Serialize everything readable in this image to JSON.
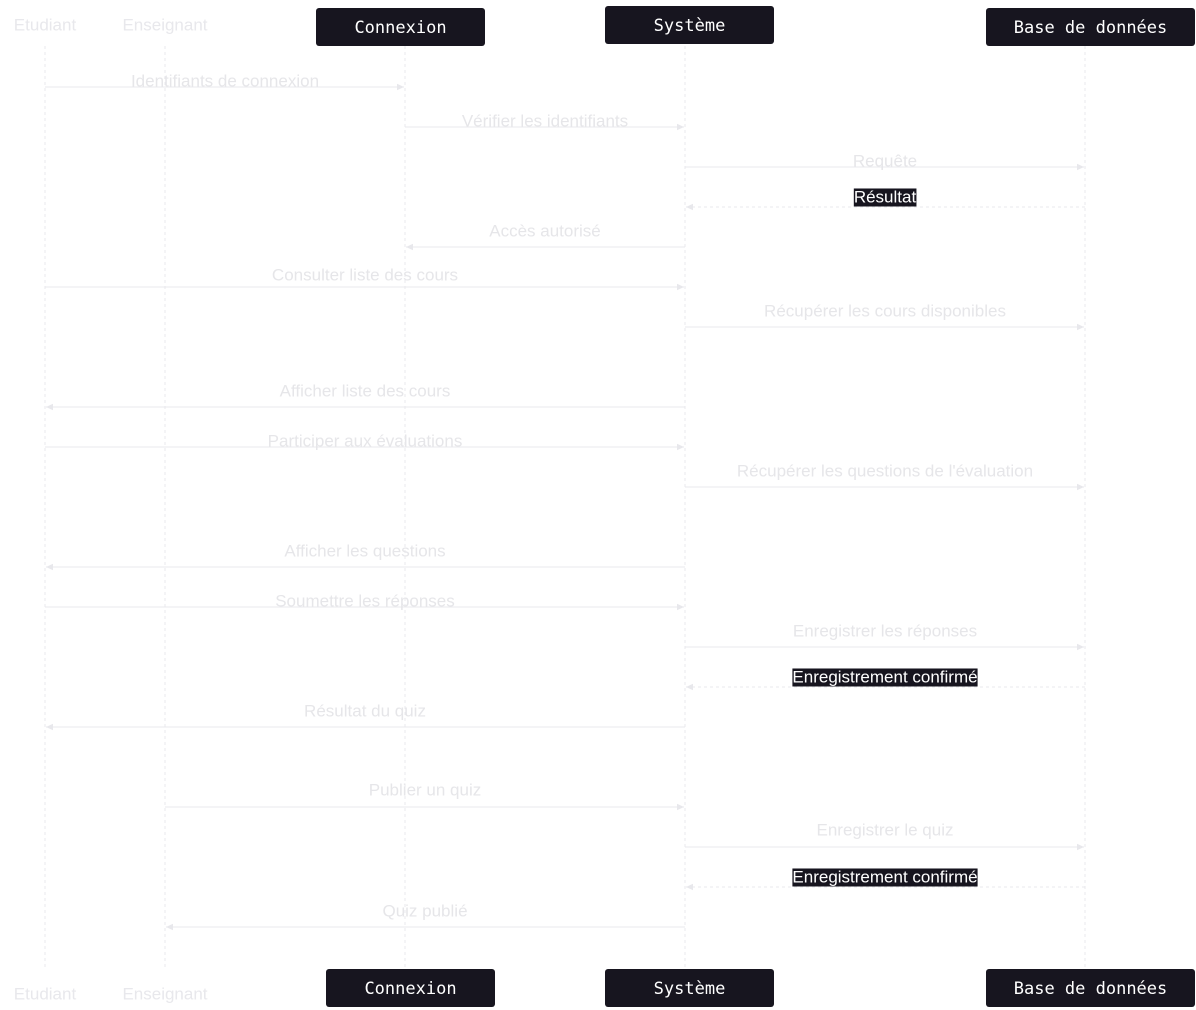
{
  "participants": [
    {
      "id": "etudiant",
      "label": "Etudiant",
      "kind": "actor"
    },
    {
      "id": "enseignant",
      "label": "Enseignant",
      "kind": "actor"
    },
    {
      "id": "connexion",
      "label": "Connexion",
      "kind": "box"
    },
    {
      "id": "systeme",
      "label": "Système",
      "kind": "box"
    },
    {
      "id": "bdd",
      "label": "Base de données",
      "kind": "box"
    }
  ],
  "messages": [
    {
      "from": "etudiant",
      "to": "connexion",
      "label": "Identifiants de connexion",
      "type": "sync"
    },
    {
      "from": "connexion",
      "to": "systeme",
      "label": "Vérifier les identifiants",
      "type": "sync"
    },
    {
      "from": "systeme",
      "to": "bdd",
      "label": "Requête",
      "type": "sync"
    },
    {
      "from": "bdd",
      "to": "systeme",
      "label": "Résultat",
      "type": "reply"
    },
    {
      "from": "systeme",
      "to": "connexion",
      "label": "Accès autorisé",
      "type": "sync"
    },
    {
      "from": "etudiant",
      "to": "systeme",
      "label": "Consulter liste des cours",
      "type": "sync"
    },
    {
      "from": "systeme",
      "to": "bdd",
      "label": "Récupérer les cours disponibles",
      "type": "sync"
    },
    {
      "from": "systeme",
      "to": "etudiant",
      "label": "Afficher liste des cours",
      "type": "sync"
    },
    {
      "from": "etudiant",
      "to": "systeme",
      "label": "Participer aux évaluations",
      "type": "sync"
    },
    {
      "from": "systeme",
      "to": "bdd",
      "label": "Récupérer les questions de l'évaluation",
      "type": "sync"
    },
    {
      "from": "systeme",
      "to": "etudiant",
      "label": "Afficher les questions",
      "type": "sync"
    },
    {
      "from": "etudiant",
      "to": "systeme",
      "label": "Soumettre les réponses",
      "type": "sync"
    },
    {
      "from": "systeme",
      "to": "bdd",
      "label": "Enregistrer les réponses",
      "type": "sync"
    },
    {
      "from": "bdd",
      "to": "systeme",
      "label": "Enregistrement confirmé",
      "type": "reply"
    },
    {
      "from": "systeme",
      "to": "etudiant",
      "label": "Résultat du quiz",
      "type": "sync"
    },
    {
      "from": "enseignant",
      "to": "systeme",
      "label": "Publier un quiz",
      "type": "sync"
    },
    {
      "from": "systeme",
      "to": "bdd",
      "label": "Enregistrer le quiz",
      "type": "sync"
    },
    {
      "from": "bdd",
      "to": "systeme",
      "label": "Enregistrement confirmé",
      "type": "reply"
    },
    {
      "from": "systeme",
      "to": "enseignant",
      "label": "Quiz publié",
      "type": "sync"
    }
  ],
  "colors": {
    "box_fill": "#17151f",
    "box_text": "#ffffff",
    "line": "#e8e8ec",
    "text": "#e6e6e9",
    "reply_bg": "#17151f",
    "reply_text": "#ffffff"
  }
}
